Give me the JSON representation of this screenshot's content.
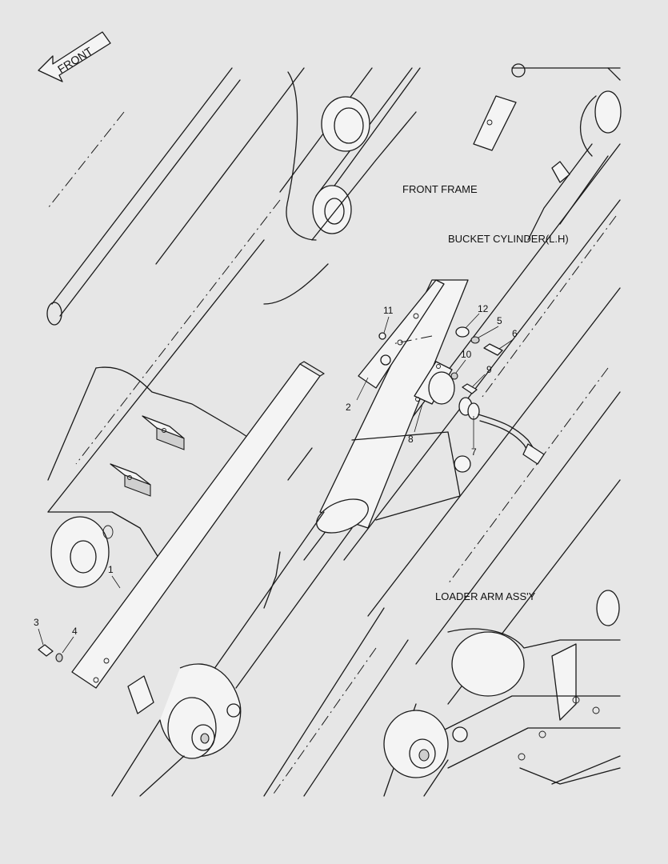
{
  "direction_arrow": {
    "label": "FRONT"
  },
  "labels": {
    "front_frame": "FRONT FRAME",
    "bucket_cylinder": "BUCKET CYLINDER(L.H)",
    "loader_arm": "LOADER ARM ASS'Y"
  },
  "part_numbers": {
    "p1": "1",
    "p2": "2",
    "p3": "3",
    "p4": "4",
    "p5": "5",
    "p6": "6",
    "p7": "7",
    "p8": "8",
    "p9": "9",
    "p10": "10",
    "p11": "11",
    "p12": "12"
  }
}
